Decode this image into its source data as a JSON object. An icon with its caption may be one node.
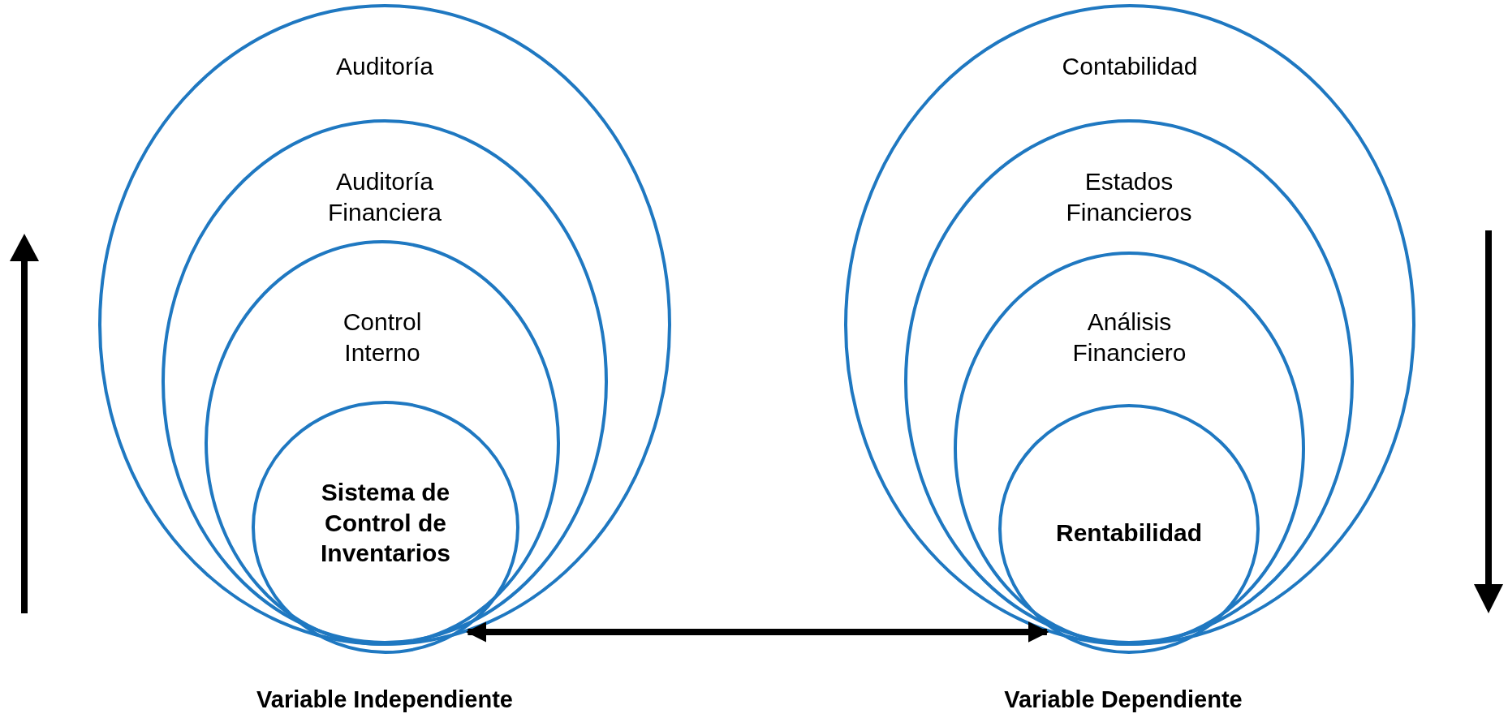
{
  "diagram": {
    "nodes": [
      {
        "text": [
          "Auditoría"
        ]
      },
      {
        "text": [
          "Auditoría Financiera"
        ],
        "in": 0
      },
      {
        "text": [
          "Control Interno"
        ],
        "in": 1
      },
      {
        "text": [
          "Sistema de Control de Inventarios"
        ],
        "in": 2
      },
      {
        "text": [
          "Contabilidad"
        ]
      },
      {
        "text": [
          "Estados Financieros"
        ],
        "in": 4
      },
      {
        "text": [
          "Análisis Financiero"
        ],
        "in": 5
      },
      {
        "text": [
          "Rentabilidad"
        ],
        "in": 6
      }
    ],
    "edges": [
      {
        "from": 0,
        "to": 4,
        "arrow": "both"
      }
    ],
    "labels": [
      "Variable Independiente",
      "Variable Dependiente"
    ]
  }
}
